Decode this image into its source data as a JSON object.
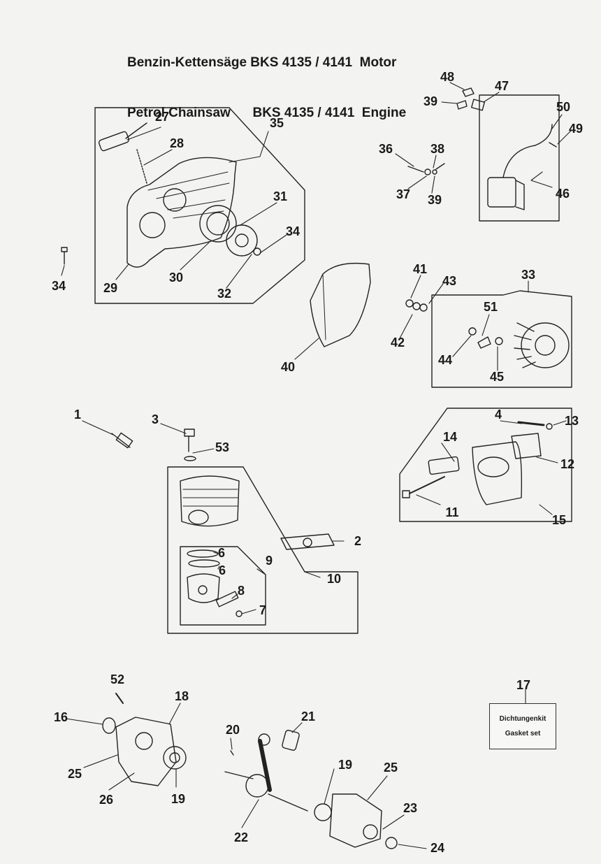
{
  "title": {
    "line1": "Benzin-Kettensäge BKS 4135 / 4141  Motor",
    "line2": "Petrol Chainsaw      BKS 4135 / 4141  Engine"
  },
  "gasket_kit": {
    "de": "Dichtungenkit",
    "en": "Gasket set"
  },
  "callouts": [
    "1",
    "2",
    "3",
    "4",
    "6",
    "6",
    "7",
    "8",
    "9",
    "10",
    "11",
    "12",
    "13",
    "14",
    "15",
    "16",
    "17",
    "18",
    "19",
    "19",
    "20",
    "21",
    "22",
    "23",
    "24",
    "25",
    "25",
    "26",
    "27",
    "28",
    "29",
    "30",
    "31",
    "32",
    "33",
    "34",
    "34",
    "35",
    "36",
    "37",
    "38",
    "39",
    "39",
    "40",
    "41",
    "42",
    "43",
    "44",
    "45",
    "46",
    "47",
    "48",
    "49",
    "50",
    "51",
    "52",
    "53"
  ]
}
